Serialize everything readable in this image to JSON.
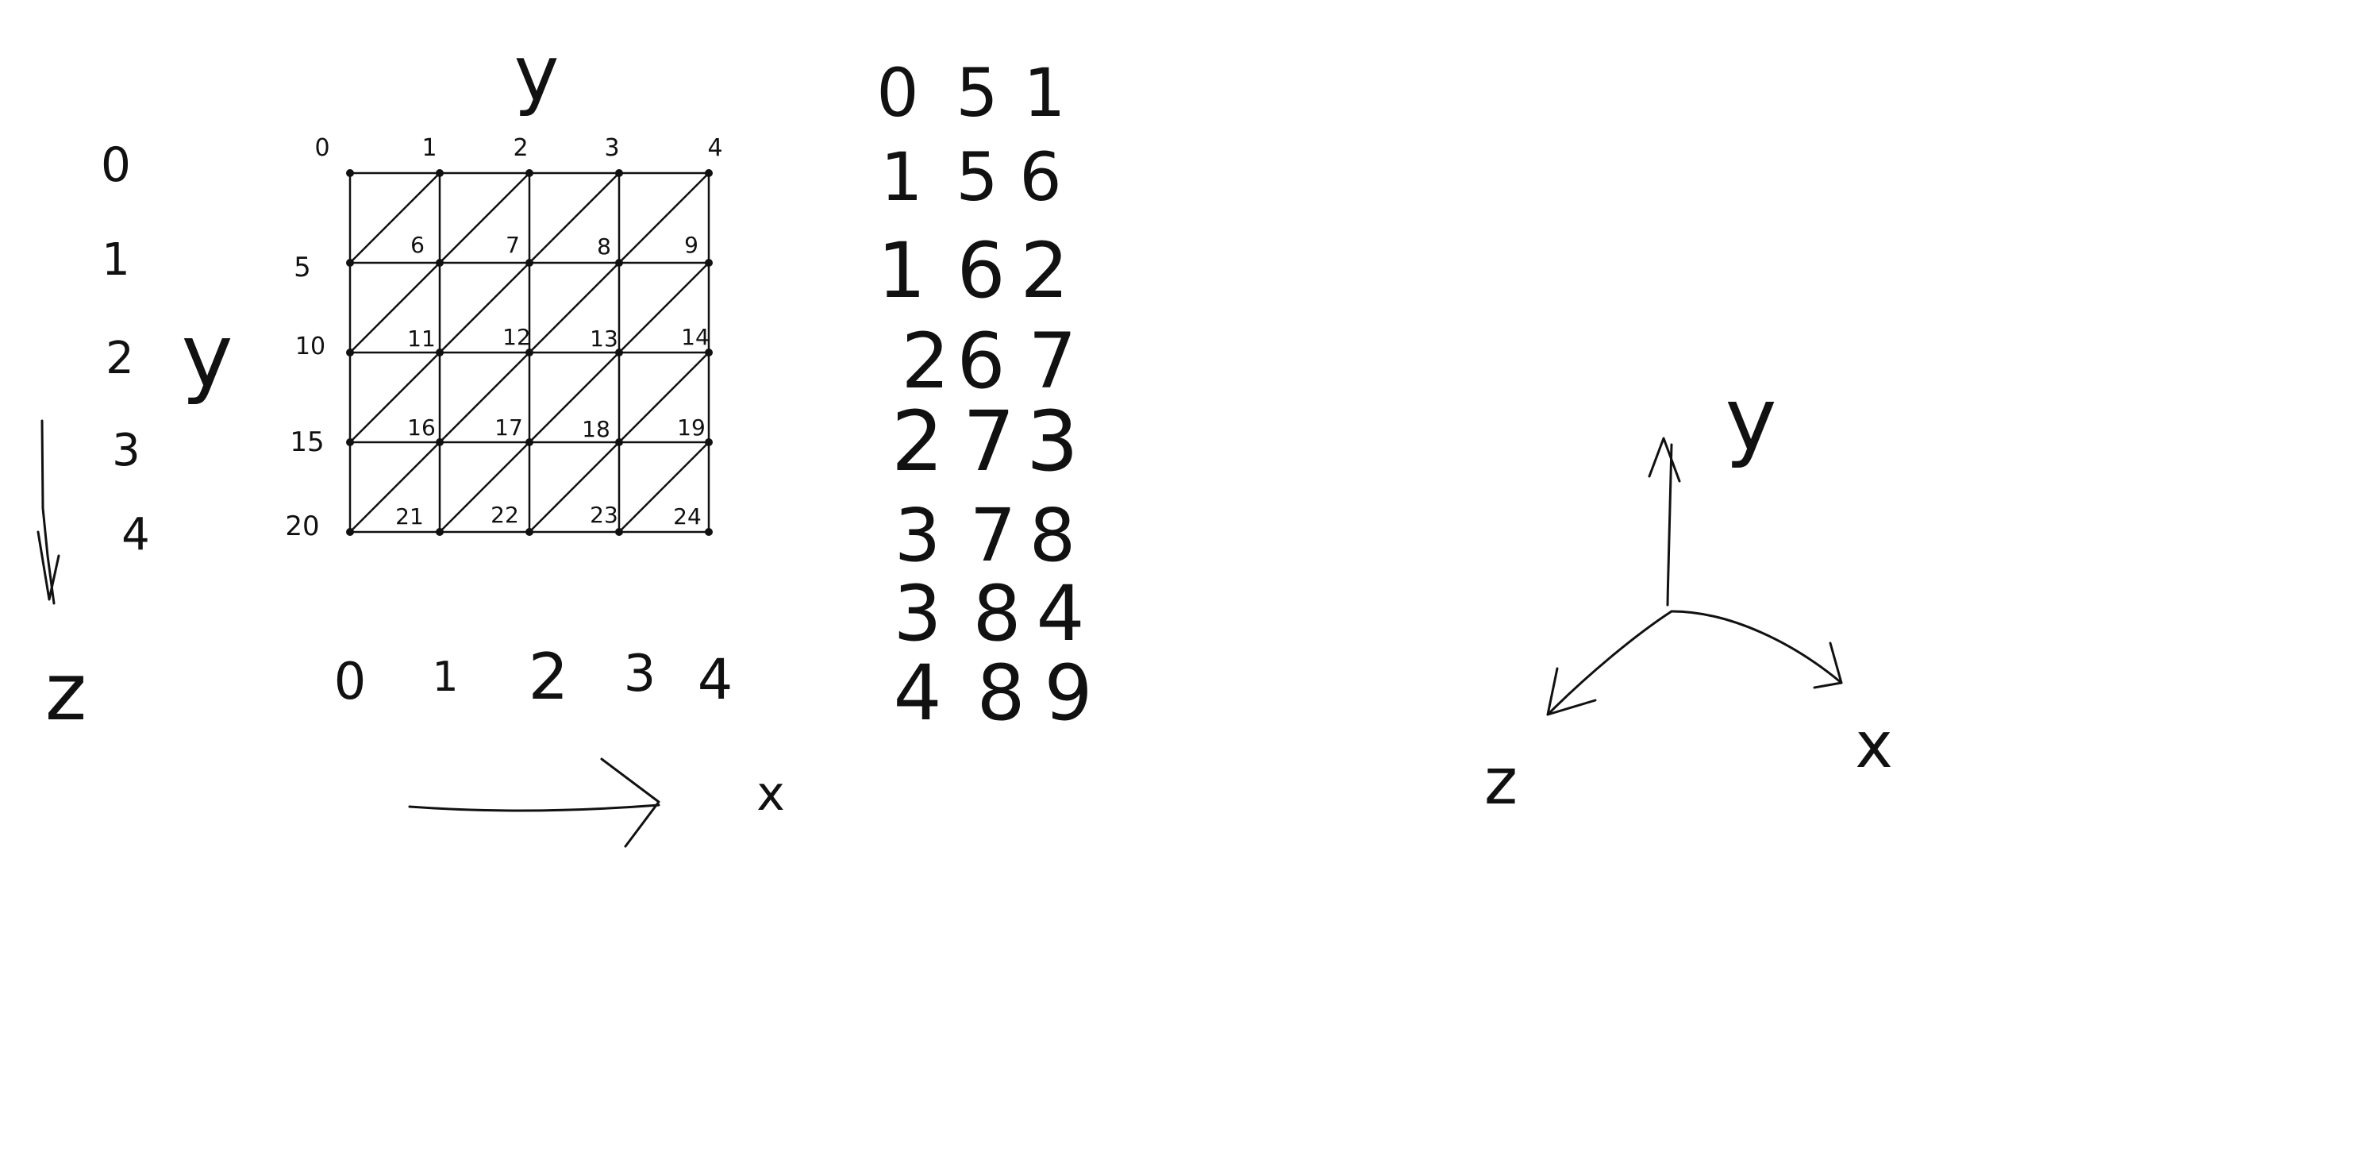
{
  "grid": {
    "title": "y",
    "columns": 5,
    "rows": 5,
    "top_labels": [
      "0",
      "1",
      "2",
      "3",
      "4"
    ],
    "left_labels": [
      "5",
      "10",
      "15",
      "20"
    ],
    "inner_labels": [
      "6",
      "7",
      "8",
      "9",
      "11",
      "12",
      "13",
      "14",
      "16",
      "17",
      "18",
      "19",
      "21",
      "22",
      "23",
      "24"
    ]
  },
  "z_axis": {
    "indices": [
      "0",
      "1",
      "2",
      "3",
      "4"
    ],
    "label": "z"
  },
  "y_symbol": "y",
  "x_axis": {
    "indices": [
      "0",
      "1",
      "2",
      "3",
      "4"
    ],
    "label": "x"
  },
  "triangles": [
    [
      "0",
      "5",
      "1"
    ],
    [
      "1",
      "5",
      "6"
    ],
    [
      "1",
      "6",
      "2"
    ],
    [
      "2",
      "6",
      "7"
    ],
    [
      "2",
      "7",
      "3"
    ],
    [
      "3",
      "7",
      "8"
    ],
    [
      "3",
      "8",
      "4"
    ],
    [
      "4",
      "8",
      "9"
    ]
  ],
  "axes3d": {
    "y_label": "y",
    "x_label": "x",
    "z_label": "z"
  }
}
